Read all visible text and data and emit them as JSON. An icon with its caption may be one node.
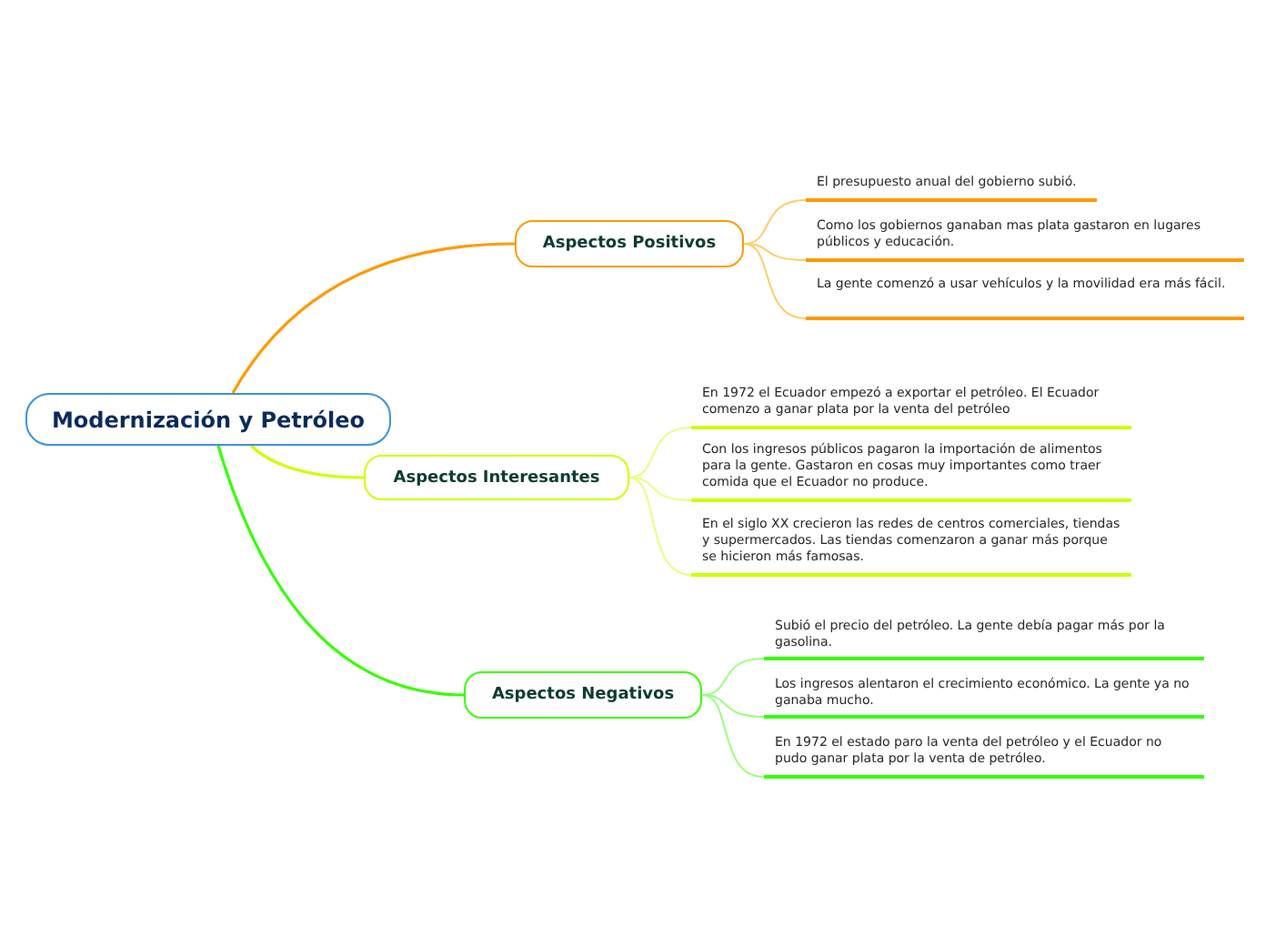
{
  "diagram": {
    "nodes": [
      {
        "text": [
          "Modernización y Petróleo"
        ]
      },
      {
        "text": [
          "Aspectos Positivos"
        ]
      },
      {
        "text": [
          "El presupuesto anual del gobierno subió."
        ]
      },
      {
        "text": [
          "Como los gobiernos ganaban mas plata gastaron en lugares públicos y educación."
        ]
      },
      {
        "text": [
          "La gente comenzó a usar vehículos y la movilidad era más fácil."
        ]
      },
      {
        "text": [
          "Aspectos Interesantes"
        ]
      },
      {
        "text": [
          "En 1972 el Ecuador empezó a exportar el petróleo. El Ecuador comenzo a ganar plata por la venta del petróleo"
        ]
      },
      {
        "text": [
          "Con los ingresos públicos pagaron la importación de alimentos para la gente. Gastaron en cosas muy importantes como traer comida que el Ecuador no produce."
        ]
      },
      {
        "text": [
          "En el siglo XX crecieron las redes de centros comerciales, tiendas y supermercados. Las tiendas comenzaron a ganar más porque se hicieron más famosas."
        ]
      },
      {
        "text": [
          "Aspectos Negativos"
        ]
      },
      {
        "text": [
          "Subió el precio del petróleo. La gente debía pagar más por la gasolina."
        ]
      },
      {
        "text": [
          "Los ingresos alentaron el crecimiento económico. La gente ya no ganaba mucho."
        ]
      },
      {
        "text": [
          "En 1972 el estado paro la venta del petróleo y el Ecuador no pudo ganar plata por la venta de petróleo."
        ]
      }
    ],
    "edges": [
      {
        "from": 0,
        "to": 1,
        "arrow": "none",
        "color": "#ff9900"
      },
      {
        "from": 1,
        "to": 2,
        "arrow": "none",
        "color": "#ffcc66"
      },
      {
        "from": 1,
        "to": 3,
        "arrow": "none",
        "color": "#ffcc66"
      },
      {
        "from": 1,
        "to": 4,
        "arrow": "none",
        "color": "#ffcc66"
      },
      {
        "from": 0,
        "to": 5,
        "arrow": "none",
        "color": "#ccff00"
      },
      {
        "from": 5,
        "to": 6,
        "arrow": "none",
        "color": "#e6ff80"
      },
      {
        "from": 5,
        "to": 7,
        "arrow": "none",
        "color": "#e6ff80"
      },
      {
        "from": 5,
        "to": 8,
        "arrow": "none",
        "color": "#e6ff80"
      },
      {
        "from": 0,
        "to": 9,
        "arrow": "none",
        "color": "#33ff00"
      },
      {
        "from": 9,
        "to": 10,
        "arrow": "none",
        "color": "#99ff80"
      },
      {
        "from": 9,
        "to": 11,
        "arrow": "none",
        "color": "#99ff80"
      },
      {
        "from": 9,
        "to": 12,
        "arrow": "none",
        "color": "#99ff80"
      }
    ]
  }
}
